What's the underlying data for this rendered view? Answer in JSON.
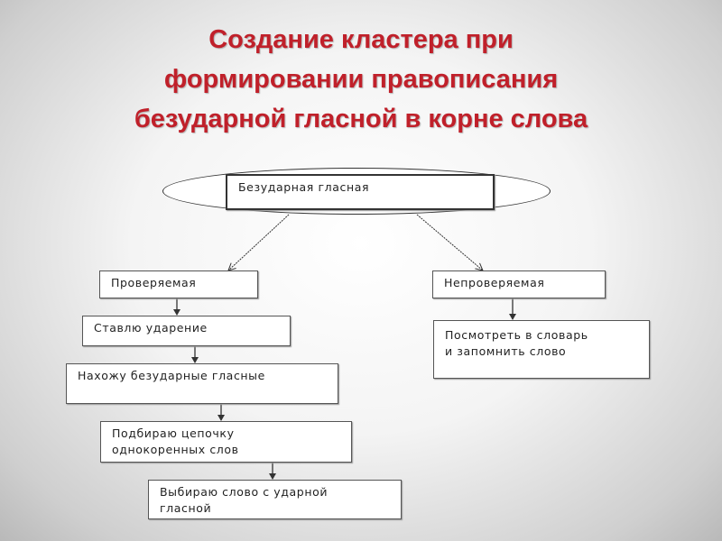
{
  "title": {
    "line1": "Создание кластера при",
    "line2": "формировании правописания",
    "line3": "безударной гласной в корне слова"
  },
  "diagram": {
    "root": "Безударная гласная",
    "left_branch": {
      "label": "Проверяемая",
      "steps": [
        {
          "line1": "Ставлю ударение",
          "line2": ""
        },
        {
          "line1": "Нахожу безударные гласные",
          "line2": ""
        },
        {
          "line1": "Подбираю цепочку",
          "line2": "однокоренных слов"
        },
        {
          "line1": "Выбираю слово с ударной",
          "line2": "гласной"
        }
      ]
    },
    "right_branch": {
      "label": "Непроверяемая",
      "step": {
        "line1": "Посмотреть в словарь",
        "line2": "и запомнить слово"
      }
    }
  },
  "colors": {
    "title": "#c0202a",
    "line": "#333333"
  }
}
